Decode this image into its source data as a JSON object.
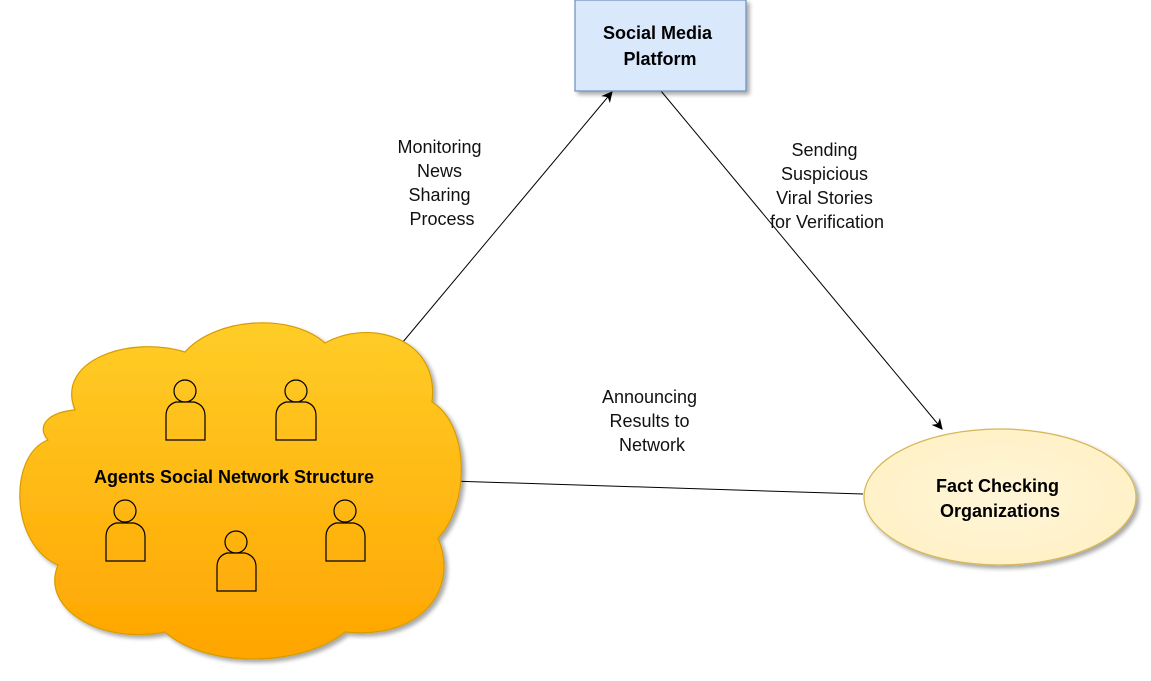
{
  "nodes": {
    "platform": {
      "line1": "Social Media",
      "line2": "Platform"
    },
    "fact_checkers": {
      "line1": "Fact Checking",
      "line2": "Organizations"
    },
    "agents": {
      "label": "Agents Social Network Structure",
      "agent_count": 5
    }
  },
  "edges": {
    "monitoring": {
      "from": "Agents Social Network Structure",
      "to": "Social Media Platform",
      "lines": [
        "Monitoring",
        "News",
        "Sharing",
        "Process"
      ]
    },
    "sending": {
      "from": "Social Media Platform",
      "to": "Fact Checking Organizations",
      "lines": [
        "Sending",
        "Suspicious",
        "Viral Stories",
        "for Verification"
      ]
    },
    "announcing": {
      "from": "Fact Checking Organizations",
      "to": "Agents Social Network Structure",
      "lines": [
        "Announcing",
        "Results to",
        "Network"
      ]
    }
  },
  "colors": {
    "platform_fill": "#dae8fc",
    "platform_stroke": "#6c8ebf",
    "fact_fill": "#fff2cc",
    "fact_stroke": "#d6b656",
    "cloud_top": "#ffcd28",
    "cloud_bottom": "#ffa500",
    "cloud_stroke": "#d79b00",
    "edge": "#000000"
  }
}
